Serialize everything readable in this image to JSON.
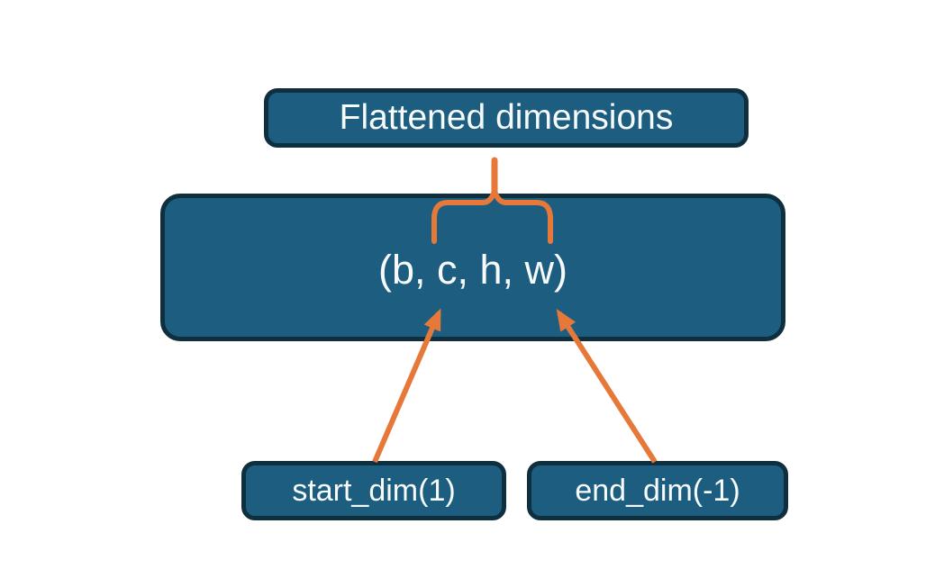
{
  "diagram": {
    "type": "tensor-flatten-diagram",
    "boxes": {
      "flattened": {
        "label": "Flattened dimensions"
      },
      "tensor": {
        "label": "(b, c, h, w)"
      },
      "start_dim": {
        "label": "start_dim(1)"
      },
      "end_dim": {
        "label": "end_dim(-1)"
      }
    },
    "connectors": {
      "brace": "curly brace grouping dims c, h, w up to Flattened dimensions",
      "start_arrow": "arrow from start_dim(1) to dim c",
      "end_arrow": "arrow from end_dim(-1) to dim w"
    },
    "colors": {
      "box_fill": "#1d5e80",
      "box_border": "#0f2e3e",
      "accent_orange": "#e6793a",
      "text": "#f7fafb",
      "background": "#ffffff"
    }
  }
}
